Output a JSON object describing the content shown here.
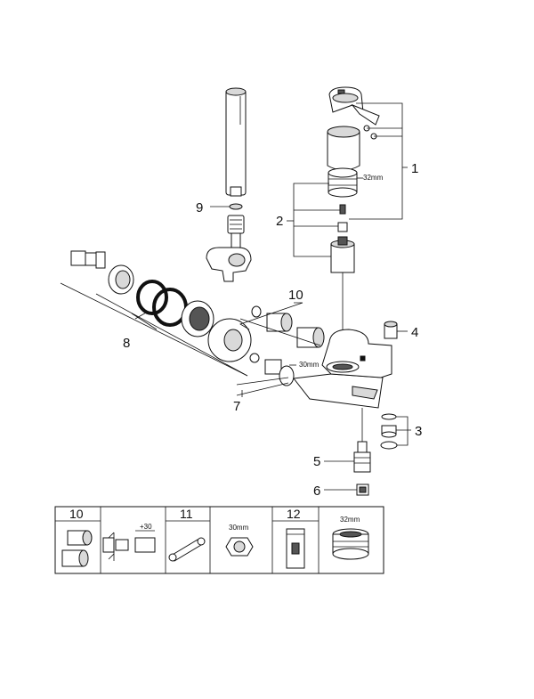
{
  "callouts": {
    "c1": "1",
    "c2": "2",
    "c3": "3",
    "c4": "4",
    "c5": "5",
    "c6": "6",
    "c7": "7",
    "c8": "8",
    "c9": "9",
    "c10": "10"
  },
  "dimensions": {
    "cartridge_32mm": "32mm",
    "body_30mm": "30mm"
  },
  "table": {
    "col10": "10",
    "col11": "11",
    "col12": "12",
    "extension": "+30",
    "nut_30mm": "30mm",
    "ring_32mm": "32mm"
  }
}
